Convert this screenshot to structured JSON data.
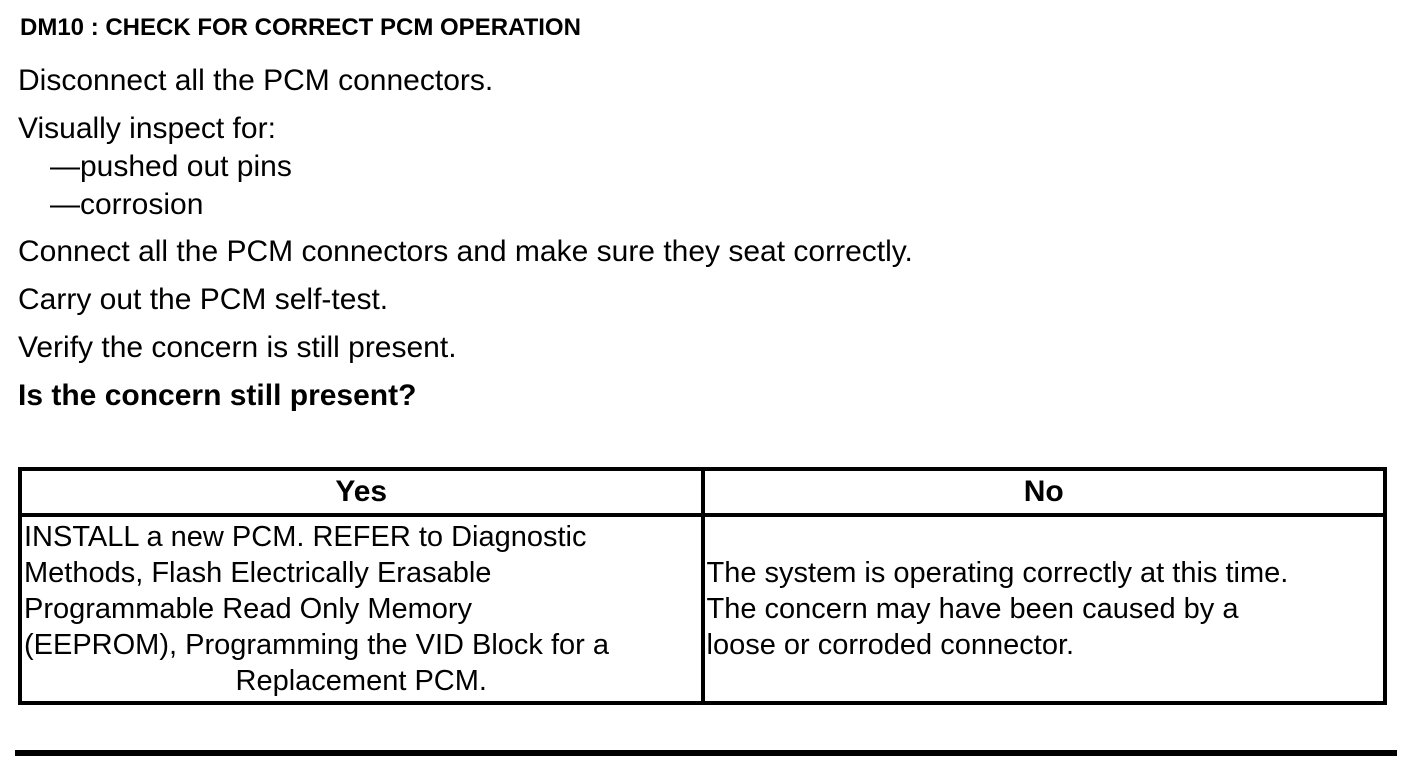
{
  "colors": {
    "background": "#ffffff",
    "text": "#000000",
    "border": "#000000"
  },
  "procedure": {
    "title": "DM10 : CHECK FOR CORRECT PCM OPERATION",
    "step1": "Disconnect all the PCM connectors.",
    "step2": "Visually inspect for:",
    "inspect_items": [
      "—pushed out pins",
      "—corrosion"
    ],
    "step3": "Connect all the PCM connectors and make sure they seat correctly.",
    "step4": "Carry out the PCM self-test.",
    "step5": "Verify the concern is still present.",
    "question": "Is the concern still present?"
  },
  "result_table": {
    "headers": [
      "Yes",
      "No"
    ],
    "yes_lines": [
      "INSTALL a new PCM. REFER to Diagnostic",
      "Methods, Flash Electrically Erasable",
      "Programmable Read Only Memory",
      "(EEPROM), Programming the VID Block for a",
      "Replacement PCM."
    ],
    "no_lines": [
      "The system is operating correctly at this time.",
      "The concern may have been caused by a",
      "loose or corroded connector."
    ]
  }
}
